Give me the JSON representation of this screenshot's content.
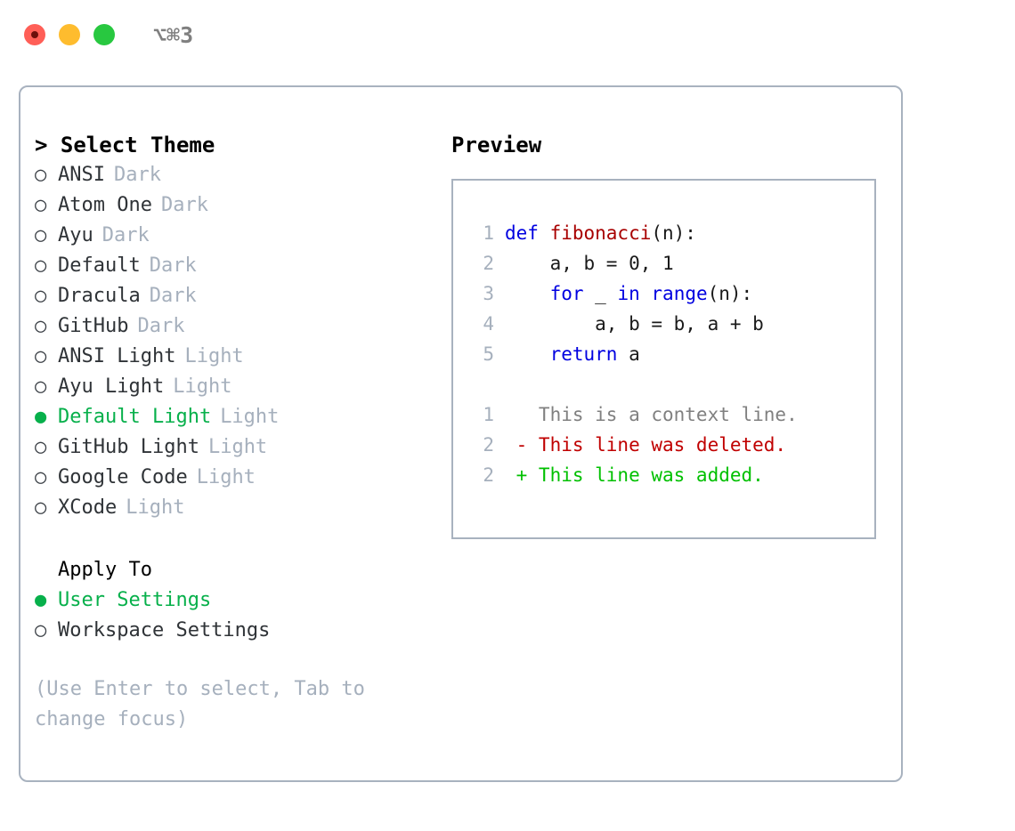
{
  "window": {
    "title": "⌥⌘3",
    "traffic_lights": [
      {
        "name": "close-button",
        "color": "#ff5f57"
      },
      {
        "name": "minimize-button",
        "color": "#febc2e"
      },
      {
        "name": "maximize-button",
        "color": "#28c840"
      }
    ]
  },
  "theme_list": {
    "header": "> Select Theme",
    "items": [
      {
        "marker": "○",
        "label": "ANSI",
        "meta": "Dark",
        "selected": false
      },
      {
        "marker": "○",
        "label": "Atom One",
        "meta": "Dark",
        "selected": false
      },
      {
        "marker": "○",
        "label": "Ayu",
        "meta": "Dark",
        "selected": false
      },
      {
        "marker": "○",
        "label": "Default",
        "meta": "Dark",
        "selected": false
      },
      {
        "marker": "○",
        "label": "Dracula",
        "meta": "Dark",
        "selected": false
      },
      {
        "marker": "○",
        "label": "GitHub",
        "meta": "Dark",
        "selected": false
      },
      {
        "marker": "○",
        "label": "ANSI Light",
        "meta": "Light",
        "selected": false
      },
      {
        "marker": "○",
        "label": "Ayu Light",
        "meta": "Light",
        "selected": false
      },
      {
        "marker": "●",
        "label": "Default Light",
        "meta": "Light",
        "selected": true
      },
      {
        "marker": "○",
        "label": "GitHub Light",
        "meta": "Light",
        "selected": false
      },
      {
        "marker": "○",
        "label": "Google Code",
        "meta": "Light",
        "selected": false
      },
      {
        "marker": "○",
        "label": "XCode",
        "meta": "Light",
        "selected": false
      }
    ]
  },
  "apply_to": {
    "header": "Apply To",
    "items": [
      {
        "marker": "●",
        "label": "User Settings",
        "selected": true
      },
      {
        "marker": "○",
        "label": "Workspace Settings",
        "selected": false
      }
    ]
  },
  "hint": "(Use Enter to select, Tab to change focus)",
  "preview": {
    "header": "Preview",
    "code_lines": [
      {
        "num": "1",
        "tokens": [
          {
            "t": "def ",
            "c": "kw"
          },
          {
            "t": "fibonacci",
            "c": "fn"
          },
          {
            "t": "(n):",
            "c": "plain"
          }
        ]
      },
      {
        "num": "2",
        "tokens": [
          {
            "t": "    a, b = 0, 1",
            "c": "plain"
          }
        ]
      },
      {
        "num": "3",
        "tokens": [
          {
            "t": "    ",
            "c": "plain"
          },
          {
            "t": "for",
            "c": "kw"
          },
          {
            "t": " _ ",
            "c": "plain"
          },
          {
            "t": "in",
            "c": "kw"
          },
          {
            "t": " ",
            "c": "plain"
          },
          {
            "t": "range",
            "c": "kw"
          },
          {
            "t": "(n):",
            "c": "plain"
          }
        ]
      },
      {
        "num": "4",
        "tokens": [
          {
            "t": "        a, b = b, a + b",
            "c": "plain"
          }
        ]
      },
      {
        "num": "5",
        "tokens": [
          {
            "t": "    ",
            "c": "plain"
          },
          {
            "t": "return",
            "c": "kw"
          },
          {
            "t": " a",
            "c": "plain"
          }
        ]
      }
    ],
    "diff_lines": [
      {
        "num": "1",
        "tokens": [
          {
            "t": "   This is a context line.",
            "c": "ctx"
          }
        ]
      },
      {
        "num": "2",
        "tokens": [
          {
            "t": " - This line was deleted.",
            "c": "del"
          }
        ]
      },
      {
        "num": "2",
        "tokens": [
          {
            "t": " + This line was added.",
            "c": "add"
          }
        ]
      }
    ]
  },
  "colors": {
    "accent_green": "#07b04b",
    "border": "#a8b2bf",
    "muted": "#a6b0bd",
    "keyword": "#0000e0",
    "function": "#a80000",
    "diff_deleted": "#c00000",
    "diff_added": "#00c000",
    "diff_context": "#808080"
  }
}
